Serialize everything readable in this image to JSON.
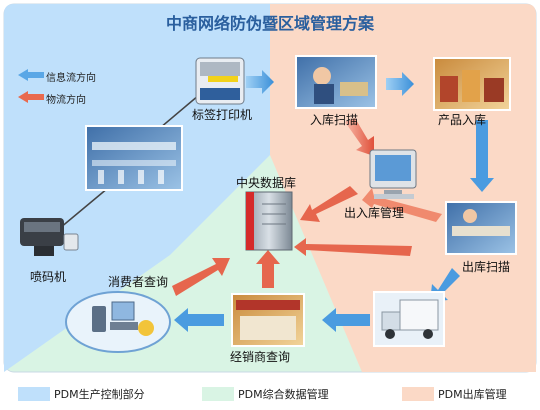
{
  "title": "中商网络防伪暨区域管理方案",
  "flow_legend": {
    "info": "信息流方向",
    "logistics": "物流方向"
  },
  "nodes": {
    "label_printer": "标签打印机",
    "inbound_scan": "入库扫描",
    "product_inbound": "产品入库",
    "inout_management": "出入库管理",
    "central_db": "中央数据库",
    "outbound_scan": "出库扫描",
    "consumer_query": "消费者查询",
    "dealer_query": "经销商查询",
    "inkjet": "喷码机"
  },
  "legend": [
    {
      "label": "PDM生产控制部分",
      "color": "#bfe0fb"
    },
    {
      "label": "PDM综合数据管理",
      "color": "#d9f4e4"
    },
    {
      "label": "PDM出库管理",
      "color": "#fbd9c6"
    }
  ],
  "colors": {
    "info_arrow": "#5aa7e6",
    "logistics_arrow": "#e96a4e"
  }
}
